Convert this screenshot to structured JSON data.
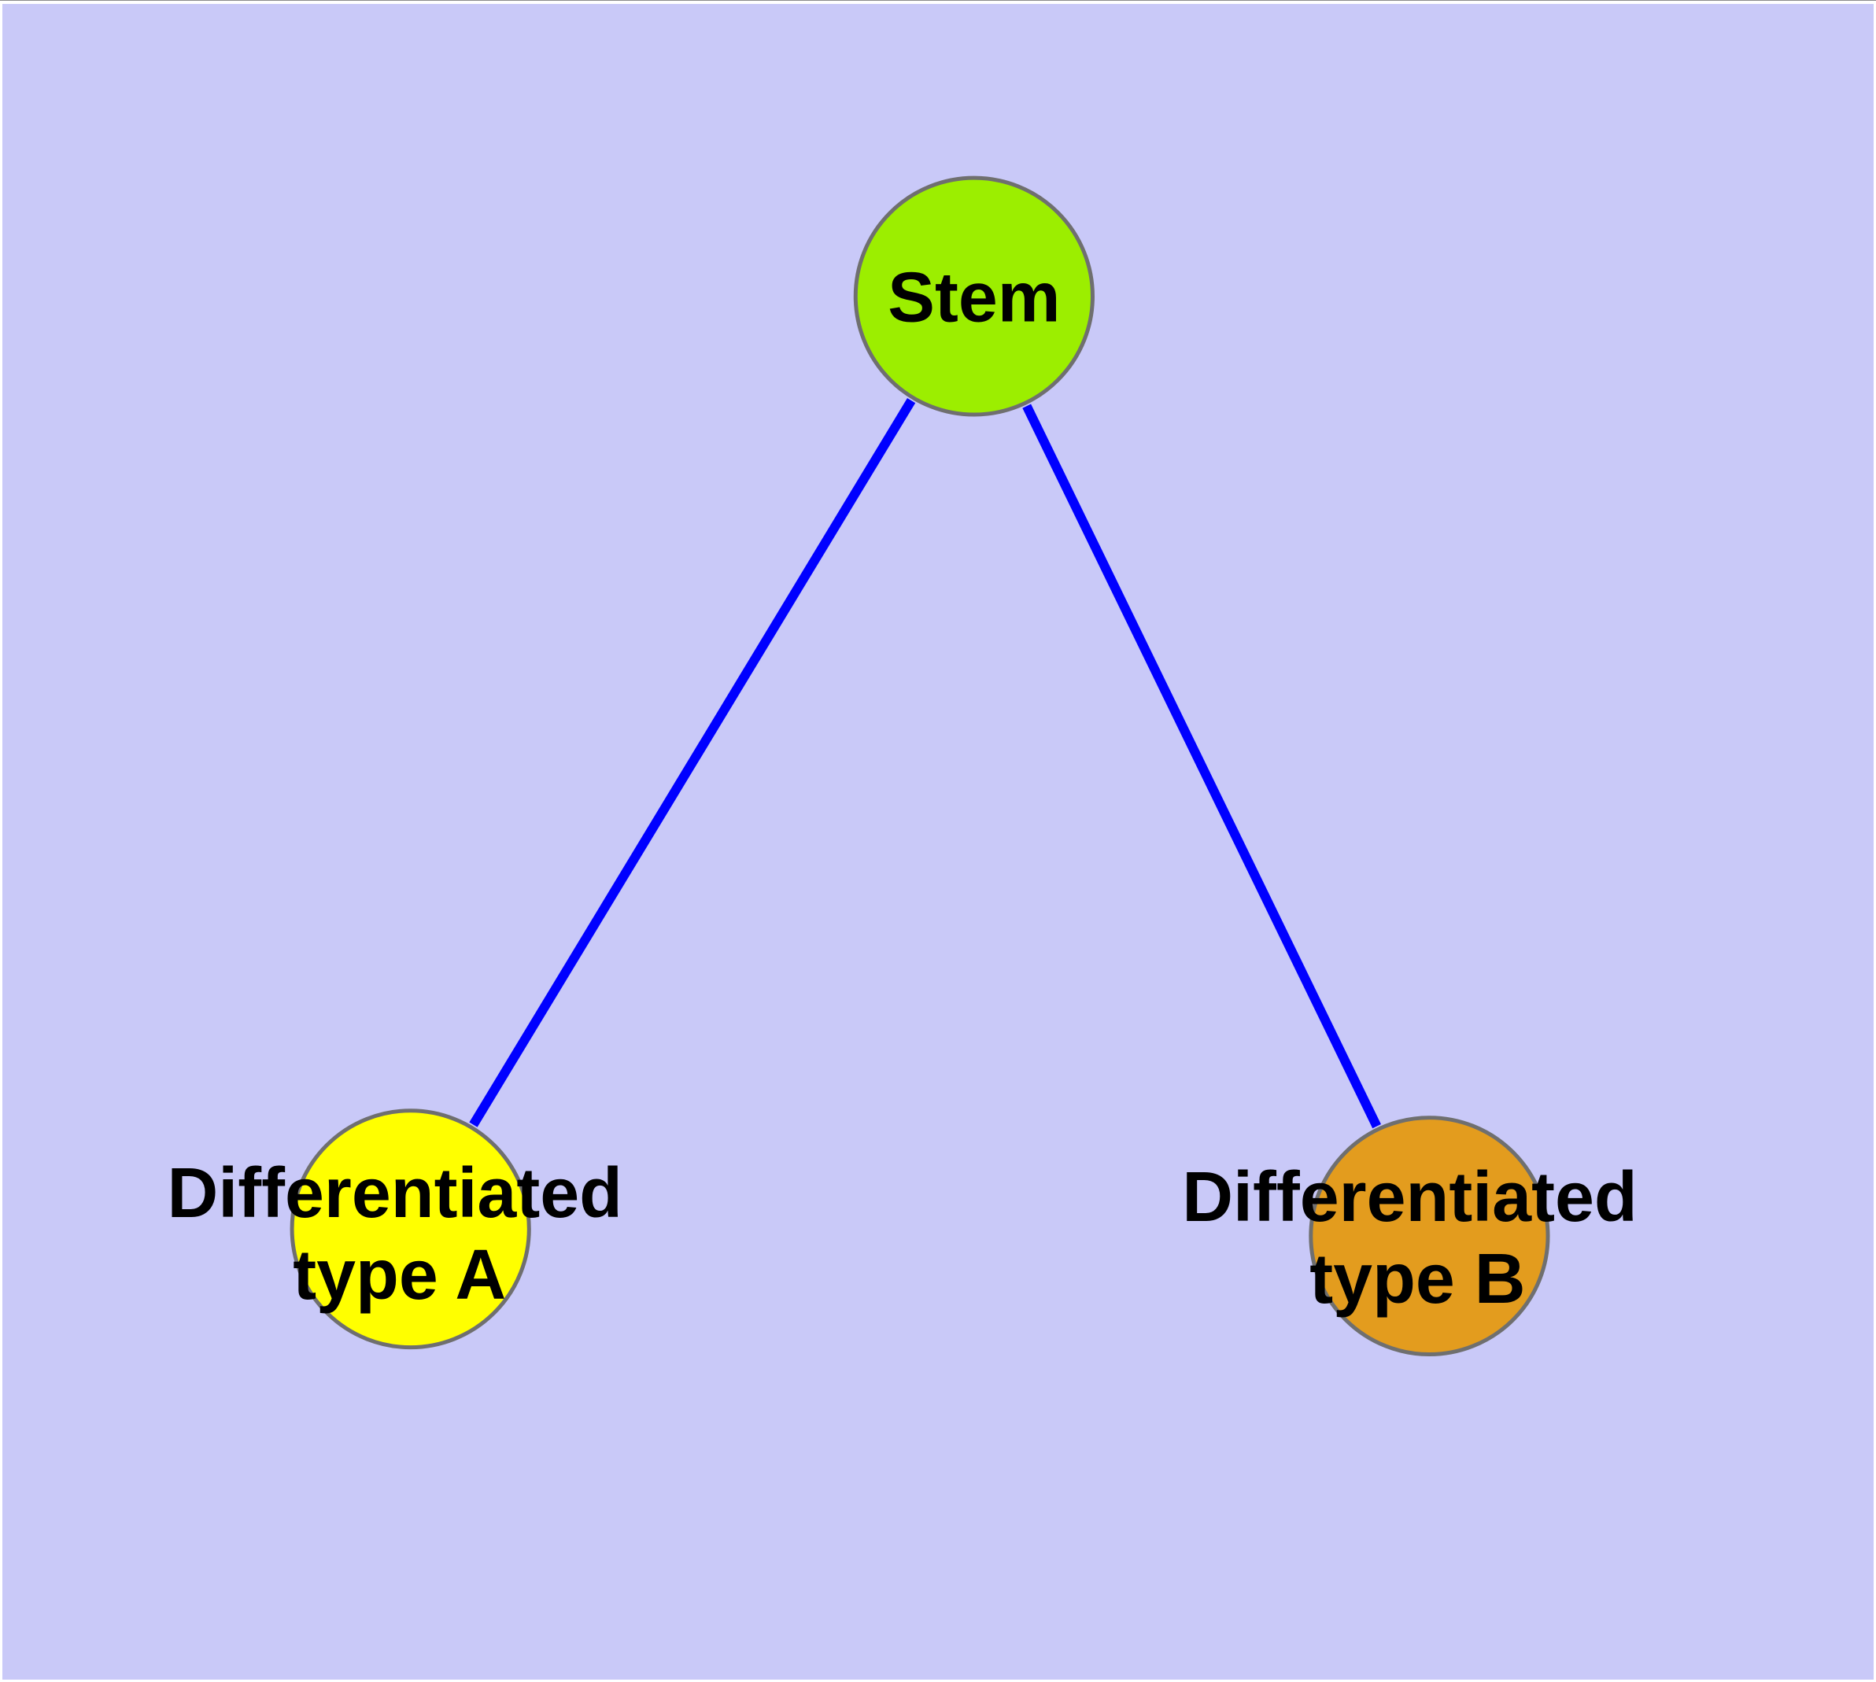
{
  "diagram": {
    "type": "graph",
    "colors": {
      "background": "#C9C9F8",
      "edge": "#0000FF",
      "node_border": "#6F6F6F",
      "text": "#000000"
    },
    "nodes": [
      {
        "id": "stem",
        "label": "Stem",
        "fill": "#9CEE00"
      },
      {
        "id": "typeA",
        "label_line1": "Differentiated",
        "label_line2": "type A",
        "fill": "#FFFF00"
      },
      {
        "id": "typeB",
        "label_line1": "Differentiated",
        "label_line2": "type B",
        "fill": "#E39C1E"
      }
    ],
    "edges": [
      {
        "from": "Stem",
        "to": "Differentiated type A"
      },
      {
        "from": "Stem",
        "to": "Differentiated type B"
      }
    ]
  }
}
